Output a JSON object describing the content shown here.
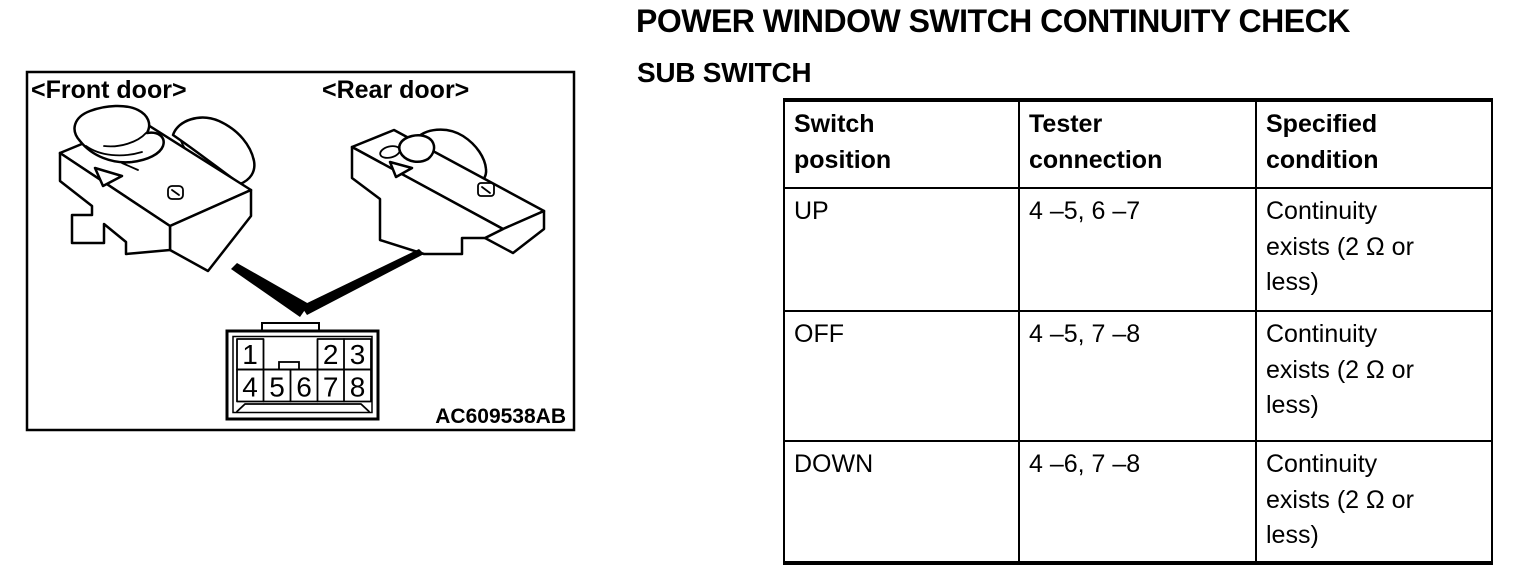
{
  "page": {
    "title": "POWER WINDOW SWITCH CONTINUITY CHECK",
    "section": "SUB SWITCH"
  },
  "figure": {
    "front_label": "<Front door>",
    "rear_label": "<Rear door>",
    "code": "AC609538AB",
    "connector": {
      "top_pins": [
        "1",
        "2",
        "3"
      ],
      "bottom_pins": [
        "4",
        "5",
        "6",
        "7",
        "8"
      ]
    }
  },
  "table": {
    "headers": {
      "switch_position": "Switch\nposition",
      "tester_connection": "Tester\nconnection",
      "specified_condition": "Specified\ncondition"
    },
    "rows": [
      {
        "position": "UP",
        "connection": "4 –5, 6 –7",
        "condition": "Continuity\nexists (2 Ω or\nless)"
      },
      {
        "position": "OFF",
        "connection": "4 –5, 7 –8",
        "condition": "Continuity\nexists (2 Ω or\nless)"
      },
      {
        "position": "DOWN",
        "connection": "4 –6, 7 –8",
        "condition": "Continuity\nexists (2 Ω or\nless)"
      }
    ]
  },
  "colors": {
    "ink": "#000000",
    "paper": "#ffffff"
  }
}
